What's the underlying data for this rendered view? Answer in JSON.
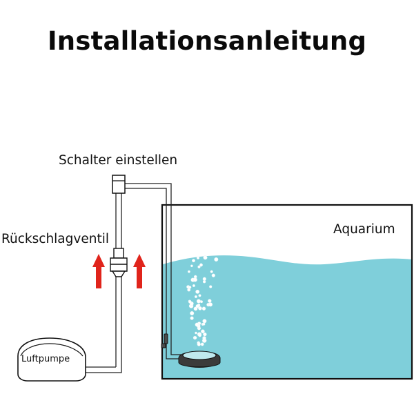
{
  "title": "Installationsanleitung",
  "labels": {
    "switch": "Schalter einstellen",
    "check_valve": "Rückschlagventil",
    "aquarium": "Aquarium",
    "air_pump": "Luftpumpe"
  },
  "colors": {
    "water": "#7fcfda",
    "outline": "#111111",
    "arrow": "#e0241b",
    "bubble": "#ffffff"
  },
  "icons": {
    "arrows": "up-arrow-icon",
    "pump": "air-pump-icon",
    "valve": "check-valve-icon",
    "stone": "air-stone-icon"
  }
}
